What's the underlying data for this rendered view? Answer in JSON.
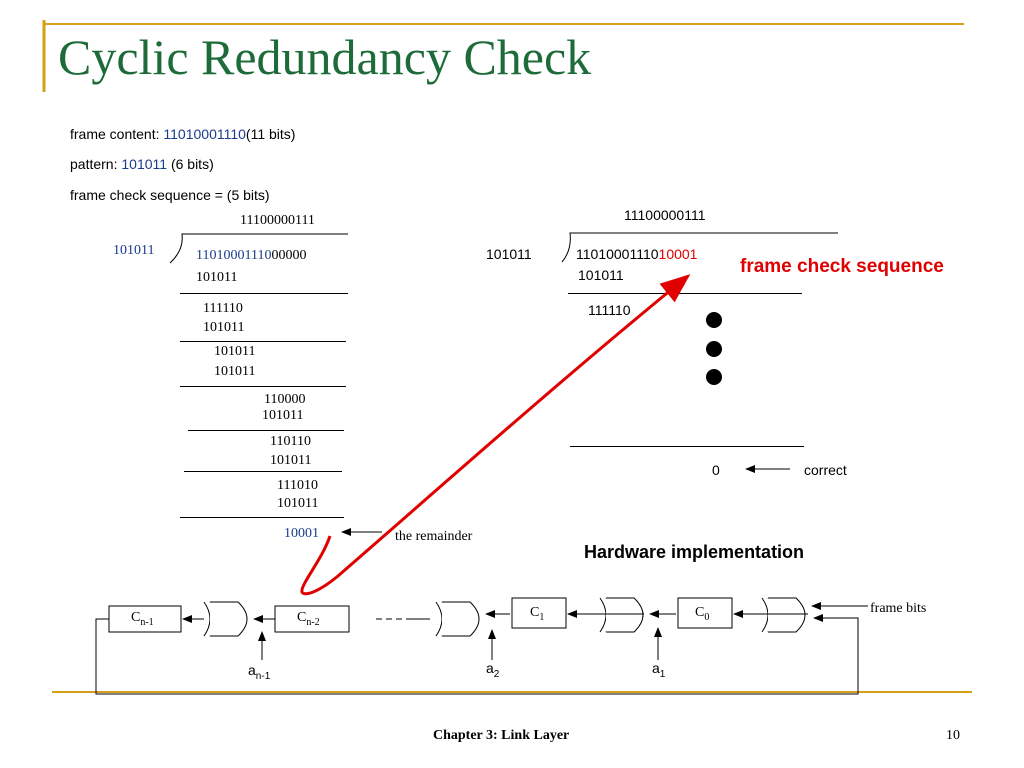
{
  "slide": {
    "title": "Cyclic Redundancy Check",
    "page_number": "10",
    "footer": "Chapter 3: Link Layer"
  },
  "info": {
    "frame_content_label": "frame content: ",
    "frame_content_value": "11010001110",
    "frame_content_bits": "(11 bits)",
    "pattern_label": "pattern: ",
    "pattern_value": "101011",
    "pattern_bits": " (6 bits)",
    "fcs_line": "frame check sequence = (5 bits)"
  },
  "left_division": {
    "quotient": "11100000111",
    "divisor": "101011",
    "dividend_frame": "11010001110",
    "dividend_zeros": "00000",
    "steps": [
      "101011",
      "111110",
      "101011",
      "101011",
      "101011",
      "110000",
      "101011",
      "110110",
      "101011",
      "111010",
      "101011"
    ],
    "remainder": "10001",
    "remainder_label": "the remainder"
  },
  "right_division": {
    "quotient": "11100000111",
    "divisor": "101011",
    "dividend_frame": "11010001110",
    "dividend_fcs": "10001",
    "step1": "101011",
    "step2": "111110",
    "result": "0",
    "result_label": "correct",
    "fcs_label": "frame check sequence"
  },
  "hardware": {
    "title": "Hardware implementation",
    "c_base": "C",
    "c_nm1_sub": "n-1",
    "c_nm2_sub": "n-2",
    "c1_sub": "1",
    "c0_sub": "0",
    "a_base": "a",
    "a_nm1_sub": "n-1",
    "a2_sub": "2",
    "a1_sub": "1",
    "frame_bits_label": "frame bits"
  },
  "colors": {
    "title": "#1e6b3a",
    "accent_rule": "#d4a017",
    "highlight": "#e00000",
    "number_blue": "#1a3a8c"
  }
}
